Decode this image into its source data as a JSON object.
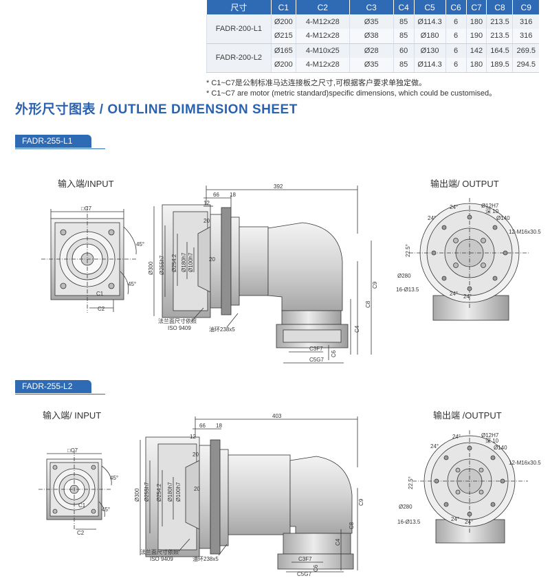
{
  "table": {
    "headers": [
      "尺寸",
      "C1",
      "C2",
      "C3",
      "C4",
      "C5",
      "C6",
      "C7",
      "C8",
      "C9"
    ],
    "groups": [
      {
        "model": "FADR-200-L1",
        "rows": [
          [
            "Ø200",
            "4-M12x28",
            "Ø35",
            "85",
            "Ø114.3",
            "6",
            "180",
            "213.5",
            "316"
          ],
          [
            "Ø215",
            "4-M12x28",
            "Ø38",
            "85",
            "Ø180",
            "6",
            "190",
            "213.5",
            "316"
          ]
        ]
      },
      {
        "model": "FADR-200-L2",
        "rows": [
          [
            "Ø165",
            "4-M10x25",
            "Ø28",
            "60",
            "Ø130",
            "6",
            "142",
            "164.5",
            "269.5"
          ],
          [
            "Ø200",
            "4-M12x28",
            "Ø35",
            "85",
            "Ø114.3",
            "6",
            "180",
            "189.5",
            "294.5"
          ]
        ]
      }
    ]
  },
  "notes": {
    "cn": "* C1~C7是公制标准马达连接板之尺寸,可根据客户要求单独定做。",
    "en": "* C1~C7 are motor (metric standard)specific dimensions, which could be customised。"
  },
  "section_title": "外形尺寸图表 / OUTLINE DIMENSION SHEET",
  "models": [
    {
      "tab": "FADR-255-L1",
      "input_label": "输入端/INPUT",
      "output_label": "输出端/ OUTPUT",
      "dims": {
        "total_length": "392",
        "d66": "66",
        "d18": "18",
        "d12": "12",
        "d20a": "20",
        "d20b": "20",
        "d300": "Ø300",
        "d255": "Ø255h7",
        "d254": "Ø254.2",
        "d180": "Ø180h7",
        "d100": "Ø100h7",
        "c1": "C1",
        "c2": "C2",
        "c3": "C3F7",
        "c4": "C4",
        "c5": "C5G7",
        "c6": "C6",
        "c7": "□C7",
        "c8": "C8",
        "c9": "C9",
        "flange_note": "法兰面尺寸依照",
        "iso": "ISO 9409",
        "oring": "油环238x5",
        "angle45a": "45°",
        "angle45b": "45°",
        "out_24a": "24°",
        "out_24b": "24°",
        "out_24c": "24°",
        "out_24d": "24°",
        "out_12h7": "Ø12H7",
        "out_depth": "深 10",
        "out_140": "Ø140",
        "out_m16": "12-M16x30.5",
        "out_225": "22.5°",
        "out_280": "Ø280",
        "out_16": "16-Ø13.5"
      }
    },
    {
      "tab": "FADR-255-L2",
      "input_label": "输入端/ INPUT",
      "output_label": "输出端 /OUTPUT",
      "dims": {
        "total_length": "403",
        "d66": "66",
        "d18": "18",
        "d12": "12",
        "d20a": "20",
        "d20b": "20",
        "d300": "Ø300",
        "d255": "Ø255h7",
        "d254": "Ø254.2",
        "d180": "Ø180h7",
        "d100": "Ø100h7",
        "c1": "C1",
        "c2": "C2",
        "c3": "C3F7",
        "c4": "C4",
        "c5": "C5G7",
        "c6": "C6",
        "c7": "□C7",
        "c8": "C8",
        "c9": "C9",
        "flange_note": "法兰面尺寸依照",
        "iso": "ISO 9409",
        "oring": "油环238x5",
        "angle45a": "45°",
        "angle45b": "45°",
        "out_24a": "24°",
        "out_24b": "24°",
        "out_24c": "24°",
        "out_24d": "24°",
        "out_12h7": "Ø12H7",
        "out_depth": "深 10",
        "out_140": "Ø140",
        "out_m16": "12-M16x30.5",
        "out_225": "22.5°",
        "out_280": "Ø280",
        "out_16": "16-Ø13.5"
      }
    }
  ],
  "colors": {
    "accent": "#2f6ab4",
    "title": "#2a62b0",
    "line": "#333333",
    "metal_light": "#eeeeee",
    "metal_dark": "#9a9a9a"
  }
}
